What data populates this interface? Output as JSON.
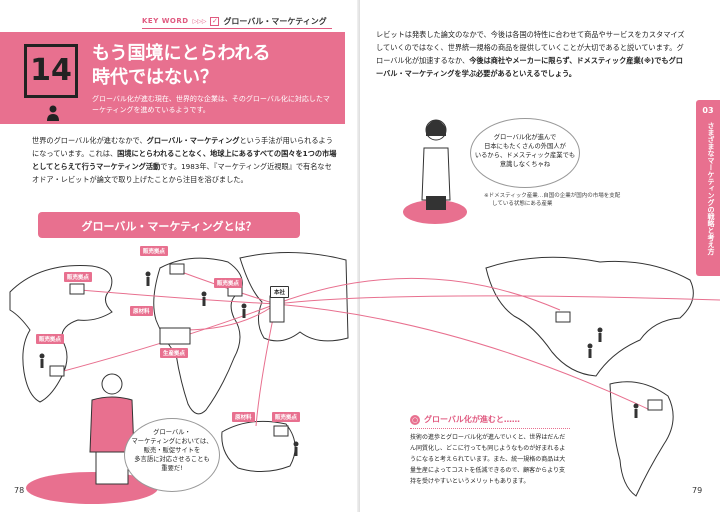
{
  "keyword": {
    "label": "KEY WORD",
    "arrows": "▷▷▷",
    "check": "✓",
    "text": "グローバル・マーケティング"
  },
  "header": {
    "number": "14",
    "title_line1": "もう国境にとらわれる",
    "title_line2": "時代ではない？",
    "lead": "グローバル化が進む現在、世界的な企業は、そのグローバル化に対応したマーケティングを進めているようです。"
  },
  "left_body": {
    "p1_a": "世界のグローバル化が進むなかで、",
    "p1_b": "グローバル・マーケティング",
    "p1_c": "という手法が用いられるようになっています。これは、",
    "p1_d": "国境にとらわれることなく、地球上にあるすべての国々を1つの市場としてとらえて行うマーケティング活動",
    "p1_e": "です。1983年、『マーケティング近視眼』で有名なセオドア・レビットが論文で取り上げたことから注目を浴びました。"
  },
  "section_banner": "グローバル・マーケティングとは？",
  "right_body": {
    "a": "レビットは発表した論文のなかで、今後は各国の特性に合わせて商品やサービスをカスタマイズしていくのではなく、世界統一規格の商品を提供していくことが大切であると説いています。グローバル化が加速するなか、",
    "b": "今後は商社やメーカーに限らず、ドメスティック産業(※)でもグローバル・マーケティングを学ぶ必要があるといえるでしょう。"
  },
  "tab": {
    "number": "03",
    "text": "さまざまなマーケティングの戦略と考え方"
  },
  "bubble_right": {
    "l1": "グローバル化が進んで",
    "l2": "日本にもたくさんの外国人が",
    "l3": "いるから、ドメスティック産業でも",
    "l4": "意識しなくちゃね"
  },
  "note": {
    "l1": "※ドメスティック産業…自国の企業が国内の市場を支配",
    "l2": "している状態にある産業"
  },
  "bubble_left": {
    "l1": "グローバル・",
    "l2": "マーケティングにおいては、",
    "l3": "販売・販促サイトを",
    "l4": "多言語に対応させることも",
    "l5": "重要だ!"
  },
  "box": {
    "icon": "○",
    "heading": "グローバル化が進むと……",
    "text": "技術の進歩とグローバル化が進んでいくと、世界はだんだん同質化し、どこに行っても同じようなものが好まれるようになると考えられています。また、統一規格の商品は大量生産によってコストを低減できるので、顧客からより支持を受けやすいというメリットもあります。"
  },
  "map_tags": {
    "t1": "販売拠点",
    "t2": "販売拠点",
    "t3": "販売拠点",
    "t4": "原材料",
    "t5": "販売拠点",
    "t6": "生産拠点",
    "t7": "原材料",
    "t8": "販売拠点",
    "t9": "本社"
  },
  "page_numbers": {
    "left": "78",
    "right": "79"
  },
  "colors": {
    "accent": "#e8708f",
    "accent_text": "#e05a80"
  }
}
